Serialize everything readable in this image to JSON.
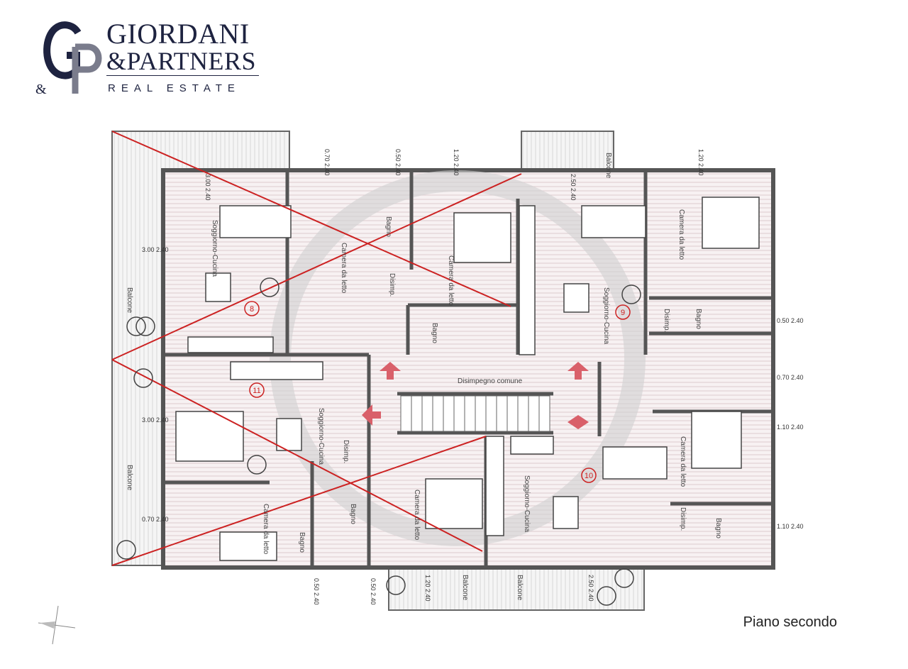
{
  "logo": {
    "name_line1": "GIORDANI",
    "name_line2": "&PARTNERS",
    "tagline": "REAL ESTATE",
    "mark": "G&P",
    "color": "#1e2340"
  },
  "caption": "Piano secondo",
  "rooms": {
    "soggiorno_cucina": "Soggiorno-Cucina",
    "camera_da_letto": "Camera da letto",
    "bagno": "Bagno",
    "disimp": "Disimp.",
    "balcone": "Balcone",
    "disimpegno_comune": "Disimpegno comune"
  },
  "units": [
    "8",
    "9",
    "10",
    "11"
  ],
  "window_dims": [
    "0.70 2.40",
    "0.50 2.40",
    "1.20 2.40",
    "3.00 2.40",
    "2.50 2.40",
    "1.20 2.40",
    "3.00 2.40",
    "0.50 2.40",
    "0.70 2.40",
    "1.10 2.40",
    "3.00 2.40",
    "0.70 2.40",
    "1.10 2.40",
    "0.50 2.40",
    "0.50 2.40",
    "1.20 2.40",
    "2.50 2.40"
  ],
  "colors": {
    "wall": "#555555",
    "floor_hatch": "#d8c8cc",
    "cross_line": "#cc2222",
    "arrow": "#d9606a",
    "watermark": "#c8c8c8"
  },
  "icons": [
    "north-arrow-icon",
    "plant-icon",
    "door-swing-icon",
    "stair-icon"
  ]
}
